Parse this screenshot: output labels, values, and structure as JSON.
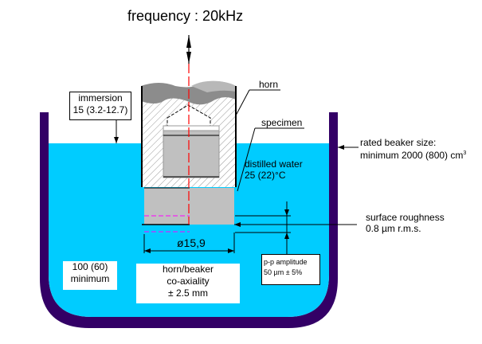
{
  "title": "frequency : 20kHz",
  "labels": {
    "horn": "horn",
    "specimen": "specimen",
    "water_line1": "distilled water",
    "water_line2": "25 (22)°C",
    "beaker_line1": "rated beaker size:",
    "beaker_line2": "minimum 2000 (800) cm",
    "beaker_sup": "3",
    "roughness_line1": "surface roughness",
    "roughness_line2": "0.8 µm r.m.s.",
    "diameter": "ø15,9"
  },
  "boxes": {
    "immersion_line1": "immersion",
    "immersion_line2": "15 (3.2-12.7)",
    "amplitude_line1": "p-p amplitude",
    "amplitude_line2": "50  µm ± 5%",
    "depth_line1": "100 (60)",
    "depth_line2": "minimum",
    "coax_line1": "horn/beaker",
    "coax_line2": "co-axiality",
    "coax_line3": "± 2.5 mm"
  },
  "colors": {
    "water": "#00ccff",
    "beaker": "#330066",
    "horn_top": "#999999",
    "specimen": "#c0c0c0",
    "axis": "#ff0000",
    "magenta": "#ff00ff"
  }
}
